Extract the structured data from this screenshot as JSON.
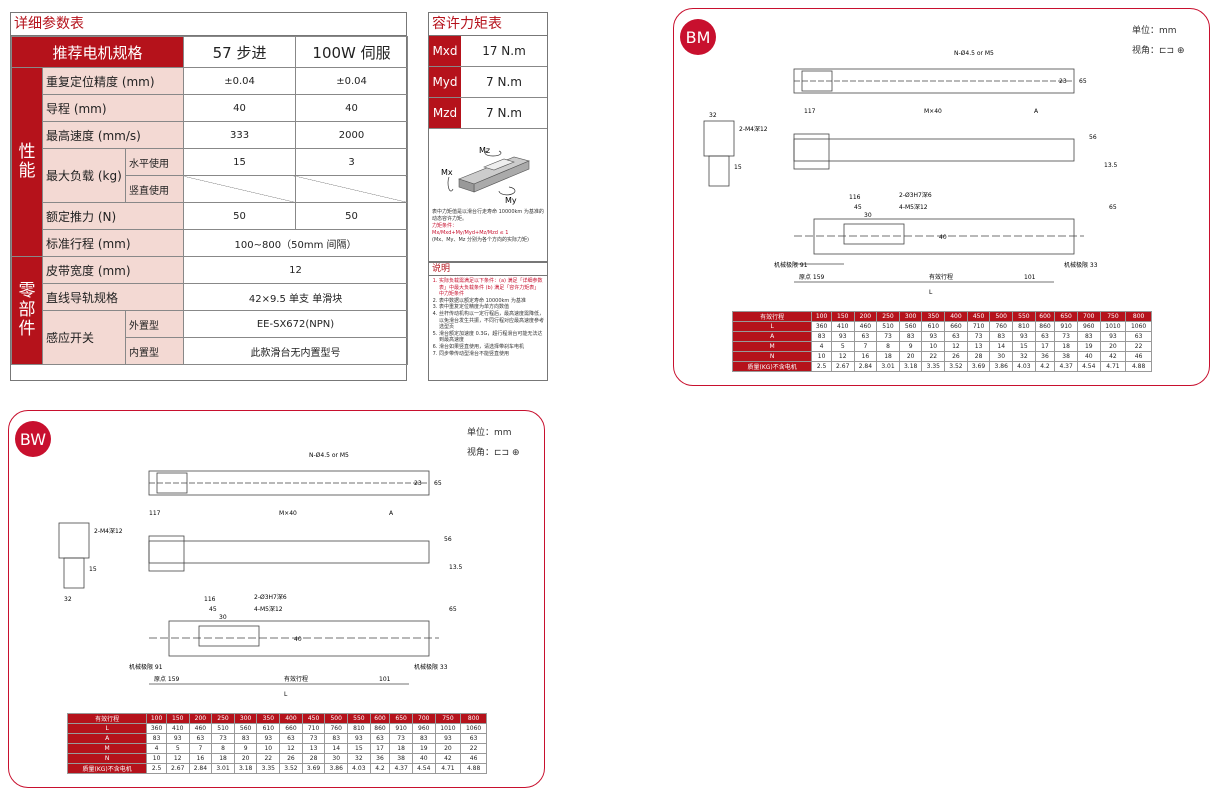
{
  "spec": {
    "title": "详细参数表",
    "header": {
      "label": "推荐电机规格",
      "col1": "57 步进",
      "col2": "100W 伺服"
    },
    "cat1": "性\n能",
    "cat2": "零\n部\n件",
    "rows": [
      {
        "label": "重复定位精度 (mm)",
        "v1": "±0.04",
        "v2": "±0.04"
      },
      {
        "label": "导程 (mm)",
        "v1": "40",
        "v2": "40"
      },
      {
        "label": "最高速度 (mm/s)",
        "v1": "333",
        "v2": "2000"
      },
      {
        "label": "最大负载 (kg)",
        "sub1": "水平使用",
        "sub2": "竖直使用",
        "v1": "15",
        "v2": "3"
      },
      {
        "label": "额定推力 (N)",
        "v1": "50",
        "v2": "50"
      },
      {
        "label": "标准行程 (mm)",
        "v": "100~800（50mm 间隔）"
      },
      {
        "label": "皮带宽度 (mm)",
        "v": "12"
      },
      {
        "label": "直线导轨规格",
        "v": "42×9.5  单支 单滑块"
      },
      {
        "label": "感应开关",
        "sub1": "外置型",
        "sub2": "内置型",
        "v1": "EE-SX672(NPN)",
        "v2": "此款滑台无内置型号"
      }
    ]
  },
  "torque": {
    "title": "容许力矩表",
    "rows": [
      {
        "k": "Mxd",
        "v": "17 N.m"
      },
      {
        "k": "Myd",
        "v": "7 N.m"
      },
      {
        "k": "Mzd",
        "v": "7 N.m"
      }
    ],
    "labels": {
      "mz": "Mz",
      "mx": "Mx",
      "my": "My"
    },
    "note1": "表中力矩值是以滑台行走寿命 10000km 为基准的动态容许力矩。",
    "note2": "力矩条件：",
    "note3": "Mx/Mxd+My/Myd+Mz/Mzd ≤ 1",
    "note4": "(Mx、My、Mz 分别为各个方向的实际力矩)"
  },
  "explain": {
    "title": "说明",
    "items": [
      "实际负载需满足以下条件：(a) 满足「详细参数表」中最大负载条件 (b) 满足「容许力矩表」中力矩条件",
      "表中数据以额定寿命 10000km 为基准",
      "表中重复定位精度为单方向数值",
      "丝杆传动机构以一定行程后，最高速度需降低，以免滑台发生共振，不同行程对应最高速度参考选型页",
      "滑台额定加速度 0.3G，超行程滑台可能无法达到最高速度",
      "滑台如果竖直使用，请选择带刹车电机",
      "同步带传动型滑台不能竖直使用"
    ]
  },
  "drawing": {
    "unit": "单位：mm",
    "view": "视角：",
    "hole": "N-Ø4.5 or M5",
    "d117": "117",
    "dM": "M×40",
    "dA": "A",
    "d65": "65",
    "d23": "23",
    "d32": "32",
    "m4": "2-M4深12",
    "d15": "15",
    "d56": "56",
    "d135": "13.5",
    "d116": "116",
    "d45": "45",
    "d30": "30",
    "h3": "2-Ø3H7深6",
    "m5": "4-M5深12",
    "lim91": "机械极限 91",
    "lim33": "机械极限 33",
    "origin": "原点 159",
    "stroke": "有效行程",
    "d101": "101",
    "dL": "L",
    "d40": "40"
  },
  "table": {
    "header": [
      "有效行程",
      "100",
      "150",
      "200",
      "250",
      "300",
      "350",
      "400",
      "450",
      "500",
      "550",
      "600",
      "650",
      "700",
      "750",
      "800"
    ],
    "rows": [
      [
        "L",
        "360",
        "410",
        "460",
        "510",
        "560",
        "610",
        "660",
        "710",
        "760",
        "810",
        "860",
        "910",
        "960",
        "1010",
        "1060"
      ],
      [
        "A",
        "83",
        "93",
        "63",
        "73",
        "83",
        "93",
        "63",
        "73",
        "83",
        "93",
        "63",
        "73",
        "83",
        "93",
        "63"
      ],
      [
        "M",
        "4",
        "5",
        "7",
        "8",
        "9",
        "10",
        "12",
        "13",
        "14",
        "15",
        "17",
        "18",
        "19",
        "20",
        "22"
      ],
      [
        "N",
        "10",
        "12",
        "16",
        "18",
        "20",
        "22",
        "26",
        "28",
        "30",
        "32",
        "36",
        "38",
        "40",
        "42",
        "46"
      ],
      [
        "质量(KG)不含电机",
        "2.5",
        "2.67",
        "2.84",
        "3.01",
        "3.18",
        "3.35",
        "3.52",
        "3.69",
        "3.86",
        "4.03",
        "4.2",
        "4.37",
        "4.54",
        "4.71",
        "4.88"
      ]
    ]
  },
  "panels": {
    "bm": "BM",
    "bw": "BW"
  },
  "colors": {
    "accent": "#b5121b",
    "pink": "#f3d9d3"
  }
}
